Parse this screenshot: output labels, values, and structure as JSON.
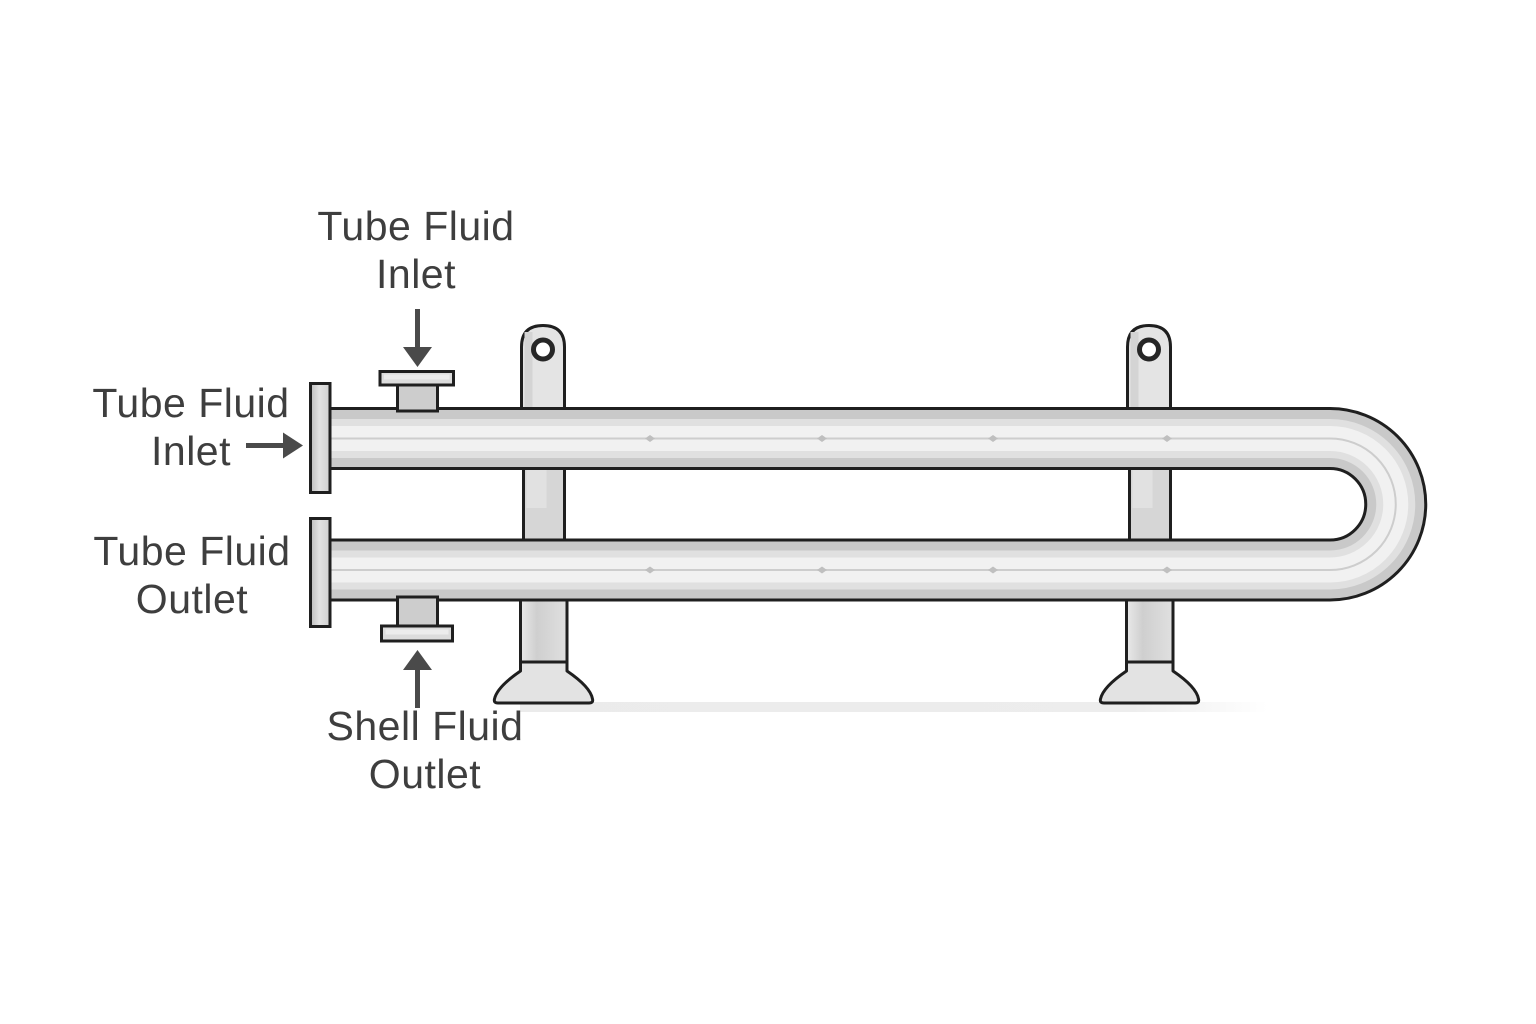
{
  "labels": {
    "tube_inlet_top": {
      "line1": "Tube Fluid",
      "line2": "Inlet"
    },
    "tube_inlet_left": {
      "line1": "Tube Fluid",
      "line2": "Inlet"
    },
    "tube_outlet_left": {
      "line1": "Tube Fluid",
      "line2": "Outlet"
    },
    "shell_outlet_bottom": {
      "line1": "Shell Fluid",
      "line2": "Outlet"
    }
  },
  "icons": {
    "tube_inlet_top_arrow": "arrow-down",
    "tube_inlet_left_arrow": "arrow-right",
    "shell_outlet_bottom_arrow": "arrow-up"
  },
  "colors": {
    "background": "#ffffff",
    "outline": "#1f1f1f",
    "pipe_gray": "#c9c9c9",
    "pipe_light": "#e0e0e0",
    "pipe_highlight": "#f1f1f1",
    "support_fill": "#e3e3e3",
    "flange_fill": "#d9d9d9",
    "text": "#3e3e3e",
    "arrow": "#4a4a4a",
    "ground_shadow": "#ebebeb"
  }
}
